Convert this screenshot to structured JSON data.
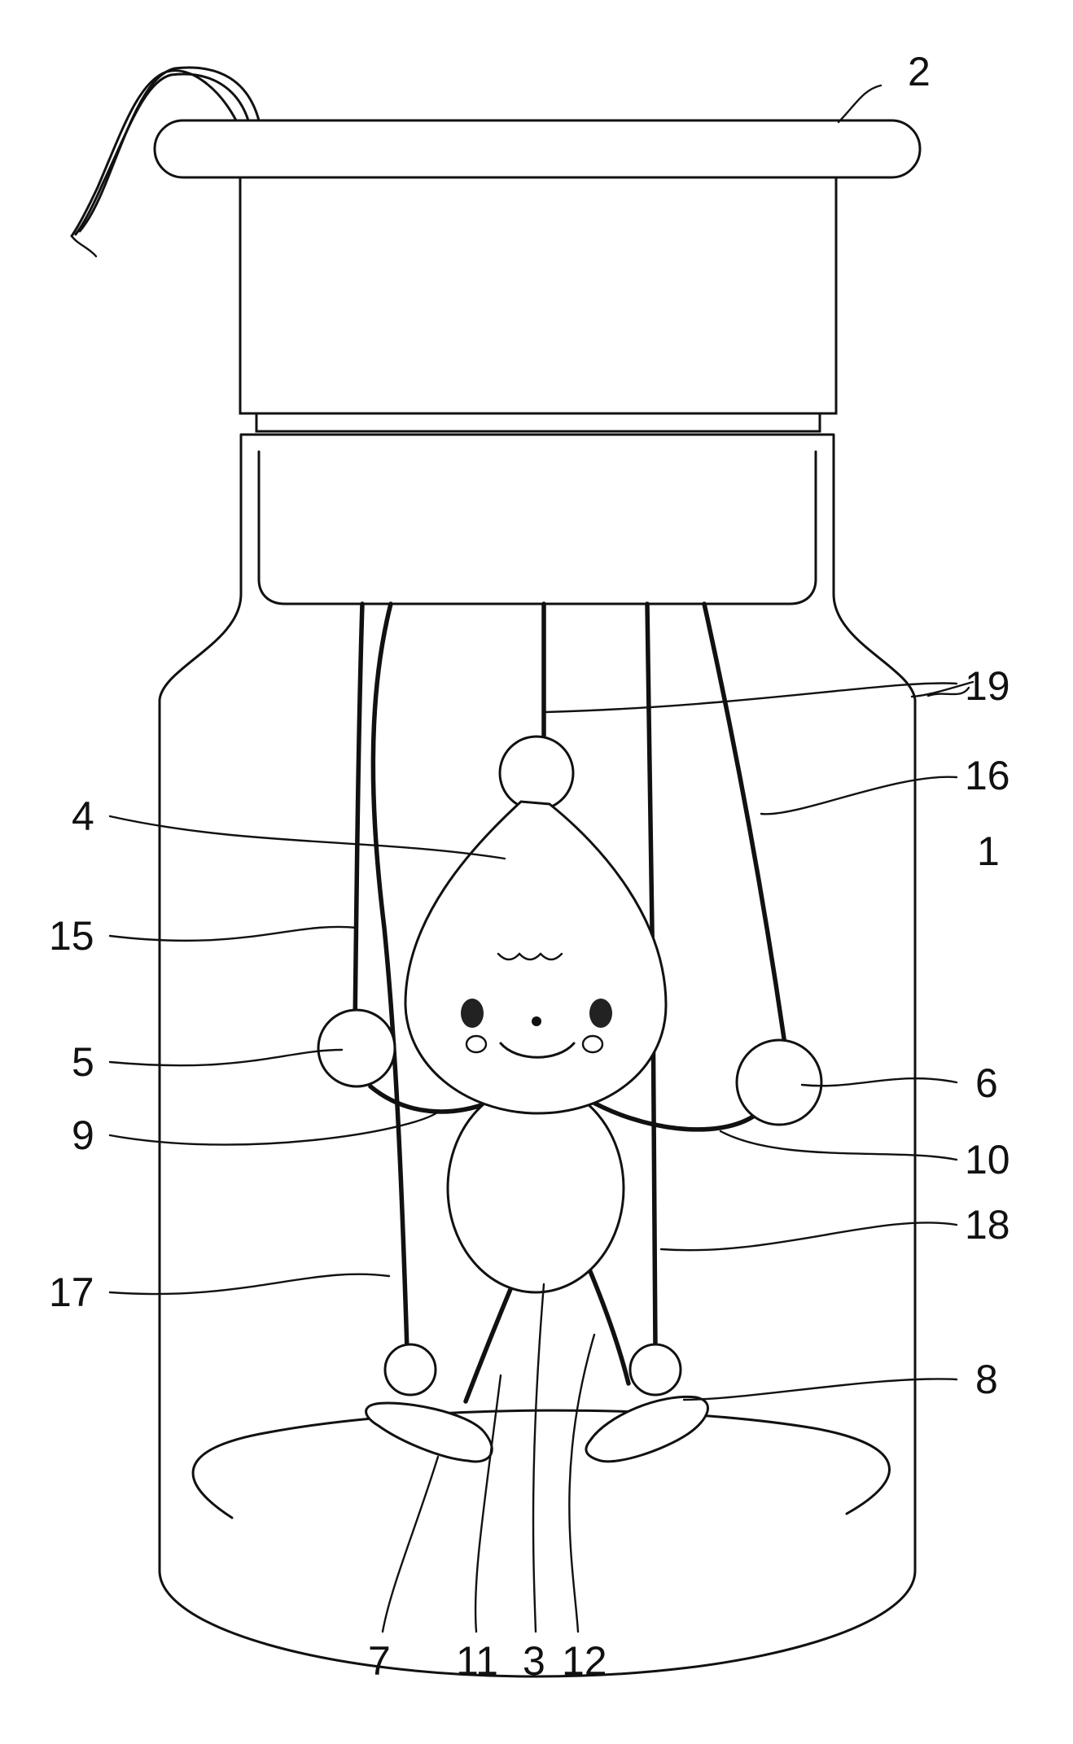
{
  "figure": {
    "labels": {
      "l1": "1",
      "l2": "2",
      "l3": "3",
      "l4": "4",
      "l5": "5",
      "l6": "6",
      "l7": "7",
      "l8": "8",
      "l9": "9",
      "l10": "10",
      "l11": "11",
      "l12": "12",
      "l15": "15",
      "l16": "16",
      "l17": "17",
      "l18": "18",
      "l19": "19"
    }
  }
}
